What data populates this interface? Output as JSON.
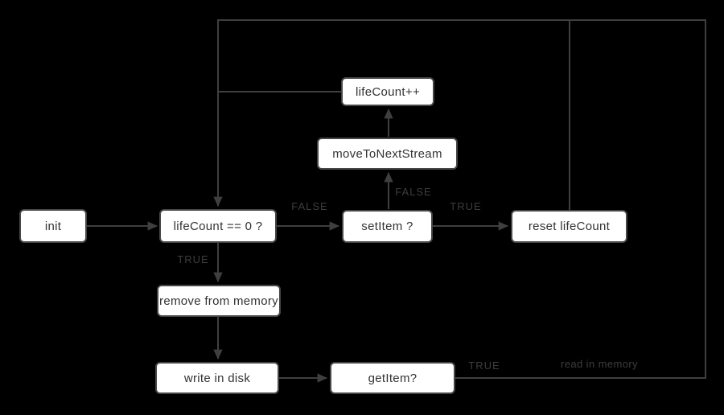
{
  "colors": {
    "background": "#000000",
    "node_fill": "#ffffff",
    "node_border": "#464646",
    "node_text": "#333333",
    "connector": "#3f3f3f",
    "edge_label_text": "#3d3d3d"
  },
  "nodes": {
    "init": {
      "label": "init"
    },
    "lifecount_check": {
      "label": "lifeCount == 0 ?"
    },
    "set_item": {
      "label": "setItem ?"
    },
    "reset_lifecount": {
      "label": "reset lifeCount"
    },
    "lifecount_increment": {
      "label": "lifeCount++"
    },
    "move_to_next_stream": {
      "label": "moveToNextStream"
    },
    "remove_from_memory": {
      "label": "remove from memory"
    },
    "write_in_disk": {
      "label": "write in disk"
    },
    "get_item": {
      "label": "getItem?"
    }
  },
  "edge_labels": {
    "false_check_to_setitem": "FALSE",
    "true_setitem_to_reset": "TRUE",
    "false_setitem_to_move": "FALSE",
    "true_check_to_remove": "TRUE",
    "true_getitem_loop": "TRUE",
    "read_in_memory": "read in memory"
  }
}
